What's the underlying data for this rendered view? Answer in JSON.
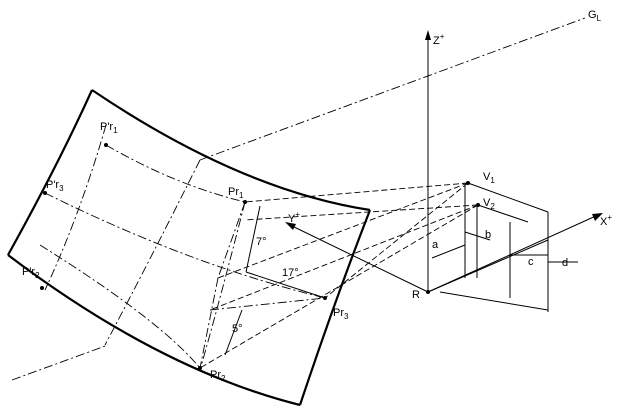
{
  "labels": {
    "gl": {
      "main": "G",
      "sub": "L"
    },
    "zplus": {
      "main": "Z",
      "sup": "+"
    },
    "yplus": {
      "main": "Y",
      "sup": "+"
    },
    "xplus": {
      "main": "X",
      "sup": "+"
    },
    "r": "R",
    "v1": {
      "main": "V",
      "sub": "1"
    },
    "v2": {
      "main": "V",
      "sub": "2"
    },
    "pr1": {
      "main": "Pr",
      "sub": "1"
    },
    "pr2": {
      "main": "Pr",
      "sub": "2"
    },
    "pr3": {
      "main": "Pr",
      "sub": "3"
    },
    "ppr1": {
      "main": "P'r",
      "sub": "1"
    },
    "ppr2": {
      "main": "P'r",
      "sub": "2"
    },
    "ppr3": {
      "main": "P'r",
      "sub": "3"
    },
    "a": "a",
    "b": "b",
    "c": "c",
    "d": "d",
    "angle_7": "7°",
    "angle_5": "5°",
    "angle_17": "17°"
  }
}
